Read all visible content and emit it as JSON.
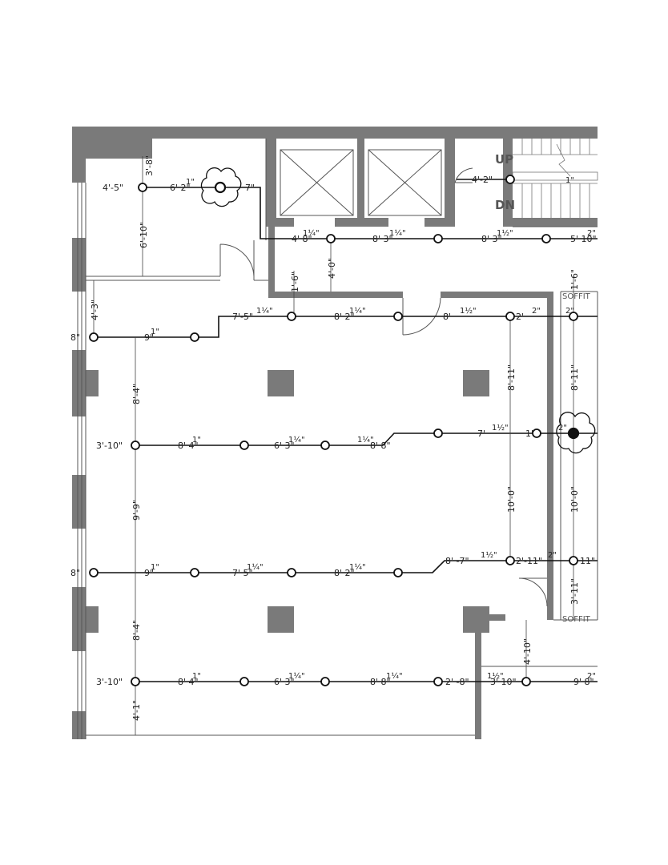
{
  "labels": {
    "up": "UP",
    "dn": "DN",
    "soffit_top": "SOFFIT",
    "soffit_bottom": "SOFFIT"
  },
  "dims": {
    "d4_5": "4'-5\"",
    "d3_8": "3'-8\"",
    "d6_2": "6'  2\"",
    "d1_7": "7\"",
    "d6_10": "6'-10\"",
    "d4_2": "4'-2\"",
    "d4_8": "4'  8\"",
    "d8_3a": "8'  3\"",
    "d8_3b": "8'  3\"",
    "d5_10": "5'  10\"",
    "d4_0": "4'-0\"",
    "d1_6a": "1'-6\"",
    "d1_6b": "1'-6\"",
    "d4_3": "4'-3\"",
    "d7_5": "7'-5\"",
    "d8_2a": "8'  2\"",
    "d8_1a": "8'  ",
    "d2_a": "2'  ",
    "d8_left1": "8\"",
    "d9a": "9\"",
    "d8_11a": "8'-11\"",
    "d8_11b": "8'-11\"",
    "d8_4a": "8'-4\"",
    "d3_10a": "3'-10\"",
    "d8_4b": "8'  4\"",
    "d6_3": "6'  3\"",
    "d8_8": "8'  8\"",
    "d7_row2": "7'",
    "d1_row2": "1'",
    "d9_9": "9'-9\"",
    "d10_0a": "10'-0\"",
    "d10_0b": "10'-0\"",
    "d8_left2": "8\"",
    "d9b": "9\"",
    "d7_5b": "7'  5\"",
    "d8_2b": "8'  2\"",
    "d8_7": "8'  -7\"",
    "d2_11a": "2'-11\"",
    "d11a": "11\"",
    "d3_11": "3'-11\"",
    "d8_4c": "8'-4\"",
    "d4_10": "4'-10\"",
    "d3_10b": "3'-10\"",
    "d8_4d": "8'  4\"",
    "d6_3b": "6'  3\"",
    "d8_8b": "8'  8\"",
    "d2_8": "2'  -8\"",
    "d3_10c": "3'  10\"",
    "d9_8": "9'  8\"",
    "d4_1": "4'-1\"",
    "pipe1": "1\"",
    "pipe114": "1¼\"",
    "pipe112": "1½\"",
    "pipe2": "2\""
  }
}
